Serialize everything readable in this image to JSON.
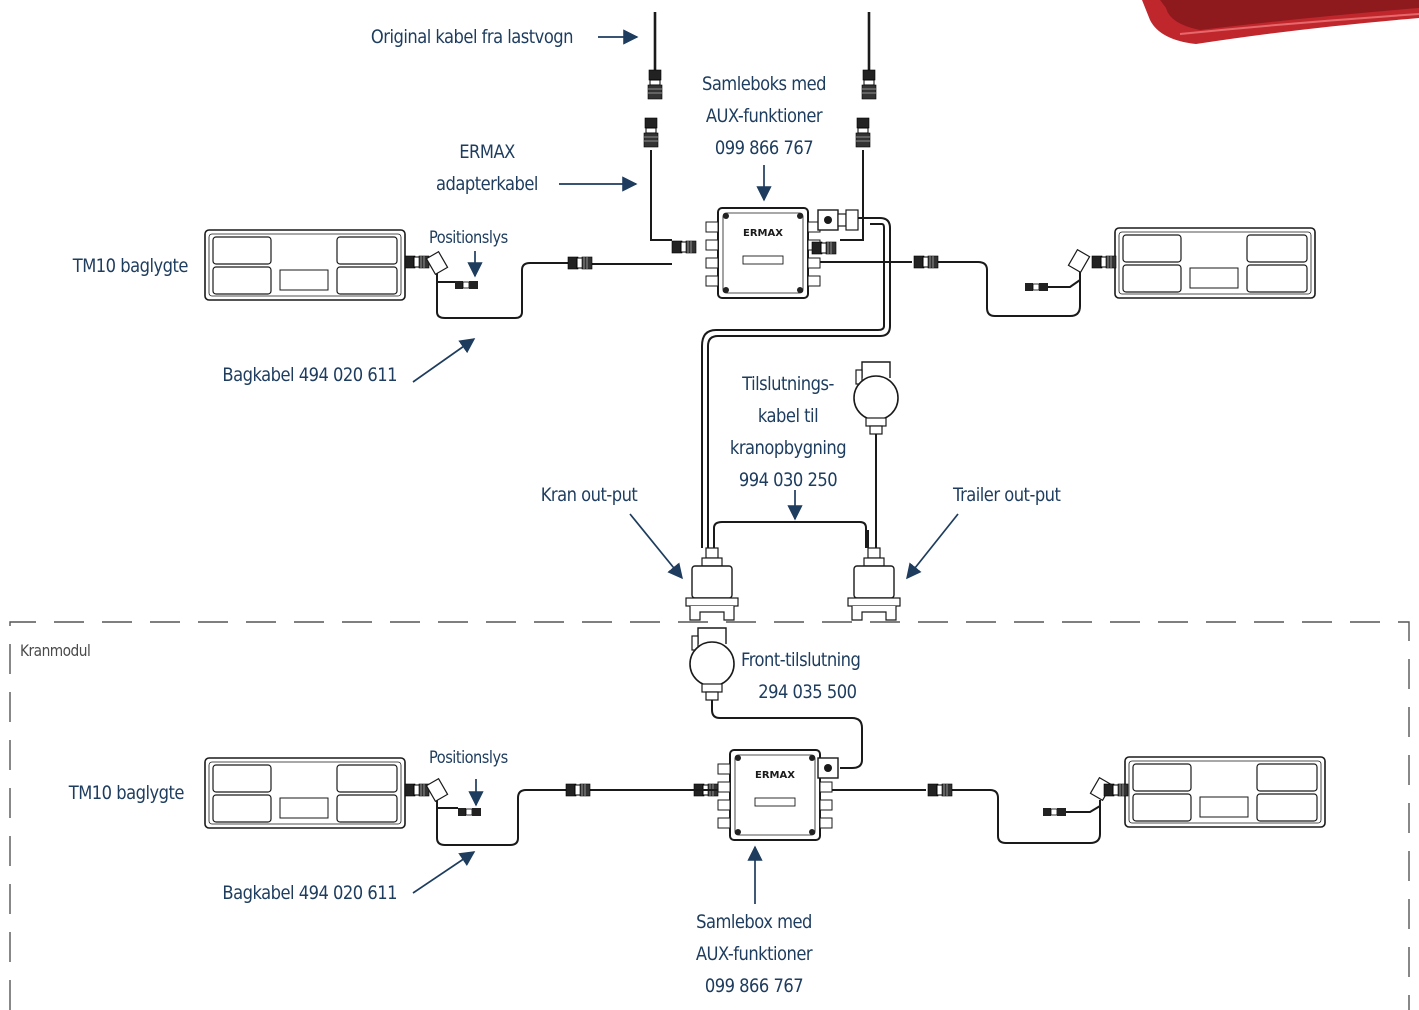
{
  "labels": {
    "original_cable": "Original kabel fra lastvogn",
    "samleboks_top": [
      "Samleboks med",
      "AUX-funktioner",
      "099 866 767"
    ],
    "ermax_adapter": [
      "ERMAX",
      "adapterkabel"
    ],
    "tm10_top": "TM10 baglygte",
    "positionslys_top": "Positionslys",
    "bagkabel_top": "Bagkabel 494 020 611",
    "tilslutning": [
      "Tilslutnings-",
      "kabel til",
      "kranopbygning",
      "994 030 250"
    ],
    "kran_output": "Kran out-put",
    "trailer_output": "Trailer out-put",
    "kranmodul": "Kranmodul",
    "front_tilslutning": [
      "Front-tilslutning",
      "294 035 500"
    ],
    "tm10_bottom": "TM10 baglygte",
    "positionslys_bottom": "Positionslys",
    "bagkabel_bottom": "Bagkabel 494 020 611",
    "samlebox_bottom": [
      "Samlebox med",
      "AUX-funktioner",
      "099 866 767"
    ]
  },
  "box_brand": "ERMAX",
  "colors": {
    "label_text": "#1d3c5e",
    "arrow": "#1d3c5e",
    "line_art": "#1a1a1a",
    "dashed_frame": "#555555",
    "corner_product": "#c0272d"
  }
}
